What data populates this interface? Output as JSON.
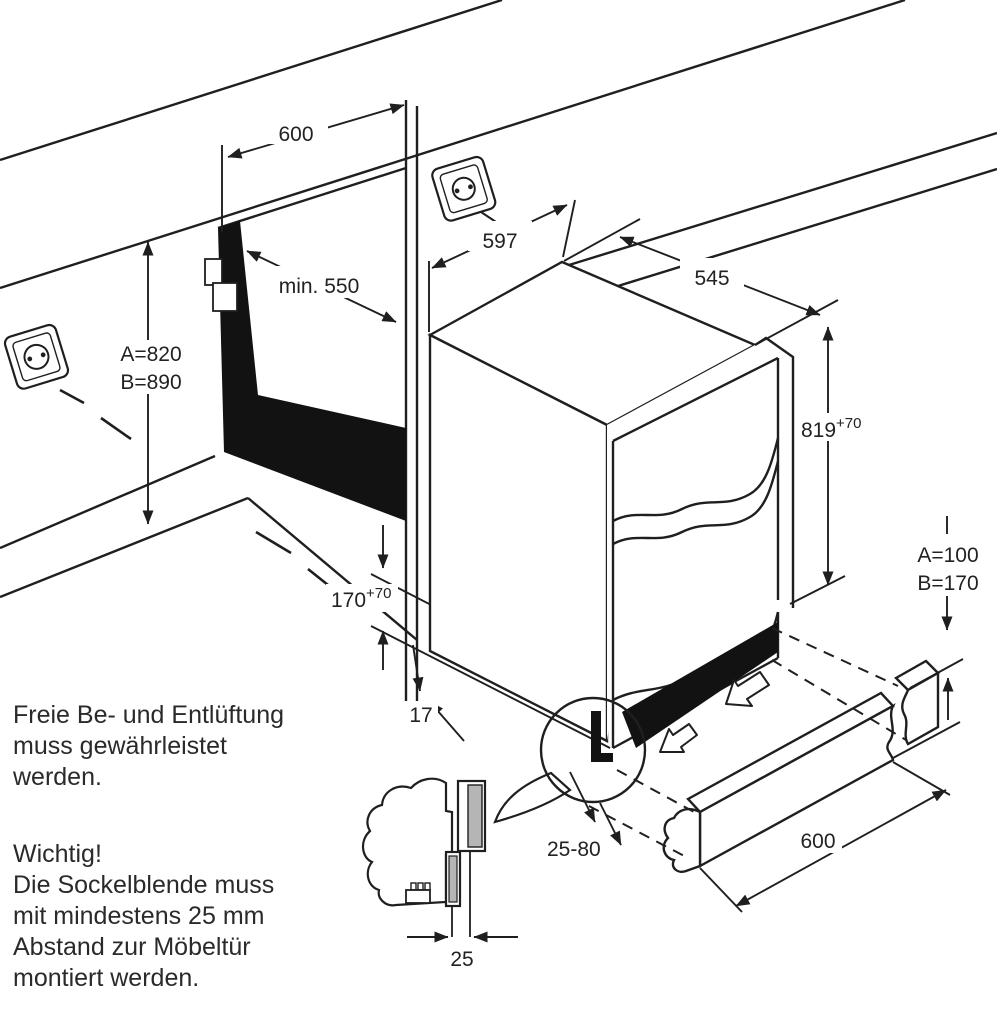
{
  "figure": {
    "type": "installation-diagram",
    "subject": "Built-under appliance niche and plinth installation drawing"
  },
  "dimensions": {
    "niche_width": "600",
    "niche_depth": "min. 550",
    "niche_height_a": "A=820",
    "niche_height_b": "B=890",
    "appliance_width": "597",
    "appliance_depth": "545",
    "appliance_height": "819",
    "appliance_height_tolerance": "+70",
    "vent_recess_height": "170",
    "vent_recess_height_tolerance": "+70",
    "vent_recess_depth": "17",
    "plinth_height_a": "A=100",
    "plinth_height_b": "B=170",
    "plinth_door_gap_range": "25-80",
    "plinth_length": "600",
    "plinth_door_clearance": "25"
  },
  "notes": {
    "ventilation_line1": "Freie Be- und Entlüftung",
    "ventilation_line2": "muss gewährleistet",
    "ventilation_line3": "werden.",
    "important_line1": "Wichtig!",
    "important_line2": "Die Sockelblende muss",
    "important_line3": "mit mindestens 25 mm",
    "important_line4": "Abstand zur Möbeltür",
    "important_line5": "montiert werden."
  },
  "colors": {
    "line": "#1f1f1f",
    "fill_dark": "#121212",
    "panel_gray": "#b5b5b5",
    "background": "#ffffff"
  }
}
